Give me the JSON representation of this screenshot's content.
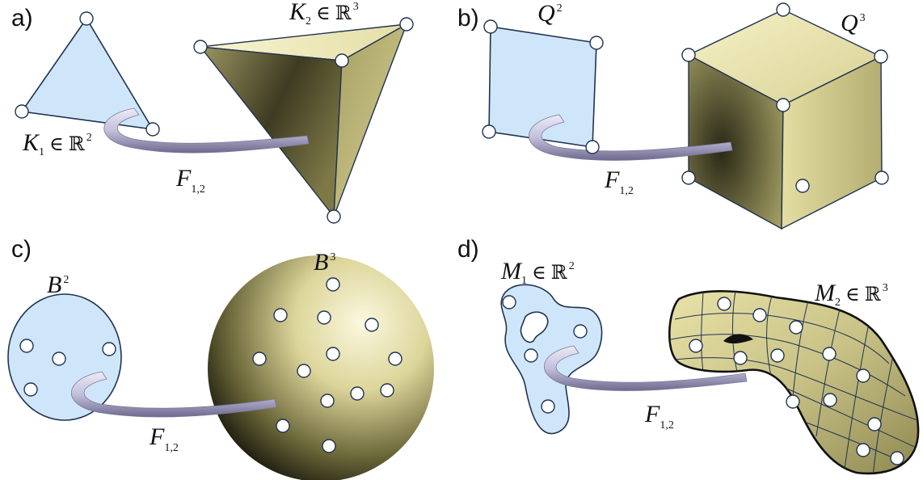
{
  "panels": {
    "a": {
      "label": "a)",
      "source": {
        "symbol": "K",
        "subscript": "1",
        "relation": "∈",
        "space": "ℝ",
        "power": "2"
      },
      "target": {
        "symbol": "K",
        "subscript": "2",
        "relation": "∈",
        "space": "ℝ",
        "power": "3"
      },
      "map": {
        "symbol": "F",
        "subscript": "1,2"
      }
    },
    "b": {
      "label": "b)",
      "source": {
        "symbol": "Q",
        "power": "2"
      },
      "target": {
        "symbol": "Q",
        "power": "3"
      },
      "map": {
        "symbol": "F",
        "subscript": "1,2"
      }
    },
    "c": {
      "label": "c)",
      "source": {
        "symbol": "B",
        "power": "2"
      },
      "target": {
        "symbol": "B",
        "power": "3"
      },
      "map": {
        "symbol": "F",
        "subscript": "1,2"
      }
    },
    "d": {
      "label": "d)",
      "source": {
        "symbol": "M",
        "subscript": "1",
        "relation": "∈",
        "space": "ℝ",
        "power": "2"
      },
      "target": {
        "symbol": "M",
        "subscript": "2",
        "relation": "∈",
        "space": "ℝ",
        "power": "3"
      },
      "map": {
        "symbol": "F",
        "subscript": "1,2"
      }
    }
  },
  "colors": {
    "source_fill": "#cfe6fa",
    "outline": "#1f3350",
    "target_light": "#f6f2c8",
    "target_mid": "#c2bb80",
    "target_dark": "#3c3a22",
    "arrow": "#c9c6e0",
    "node": "#ffffff"
  }
}
